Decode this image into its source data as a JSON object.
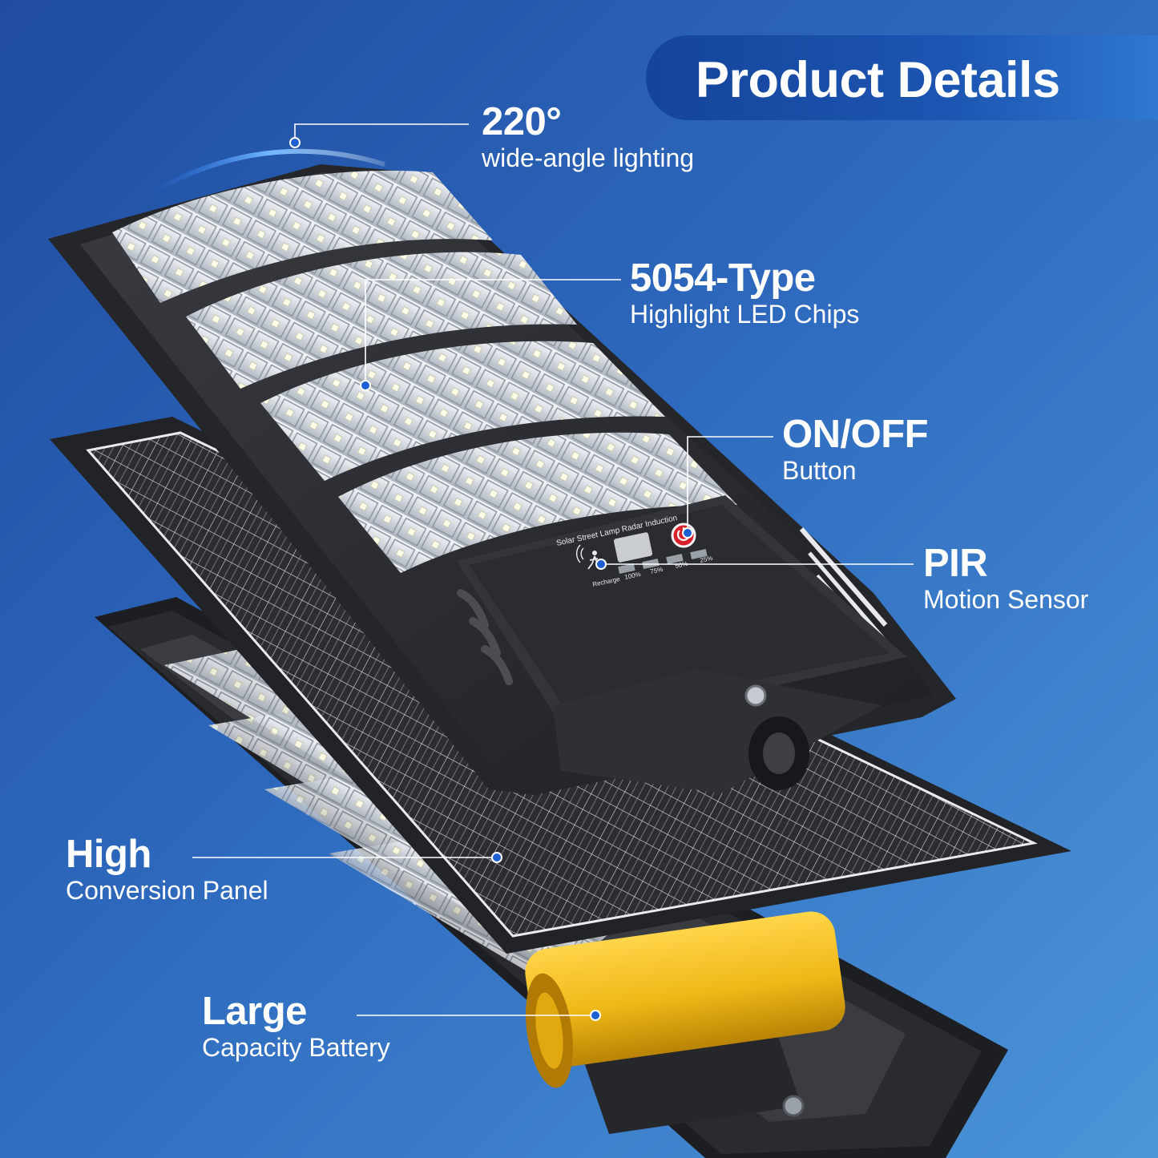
{
  "banner": {
    "title": "Product Details"
  },
  "callouts": [
    {
      "id": "angle",
      "title": "220°",
      "subtitle": "wide-angle lighting"
    },
    {
      "id": "chips",
      "title": "5054-Type",
      "subtitle": "Highlight LED Chips"
    },
    {
      "id": "power",
      "title": "ON/OFF",
      "subtitle": "Button"
    },
    {
      "id": "sensor",
      "title": "PIR",
      "subtitle": "Motion Sensor"
    },
    {
      "id": "panel",
      "title": "High",
      "subtitle": "Conversion Panel"
    },
    {
      "id": "battery",
      "title": "Large",
      "subtitle": "Capacity Battery"
    }
  ],
  "control_panel": {
    "heading": "Solar Street Lamp Radar Induction",
    "levels": [
      "Recharge",
      "100%",
      "75%",
      "50%",
      "25%"
    ]
  },
  "icons": {
    "power": "power-button-icon",
    "motion": "motion-sensor-icon"
  },
  "colors": {
    "background": "#2d68bd",
    "banner": "#1c55b2",
    "housing": "#2e2f33",
    "battery": "#f2c028",
    "accent_dot": "#1d5fd0"
  }
}
